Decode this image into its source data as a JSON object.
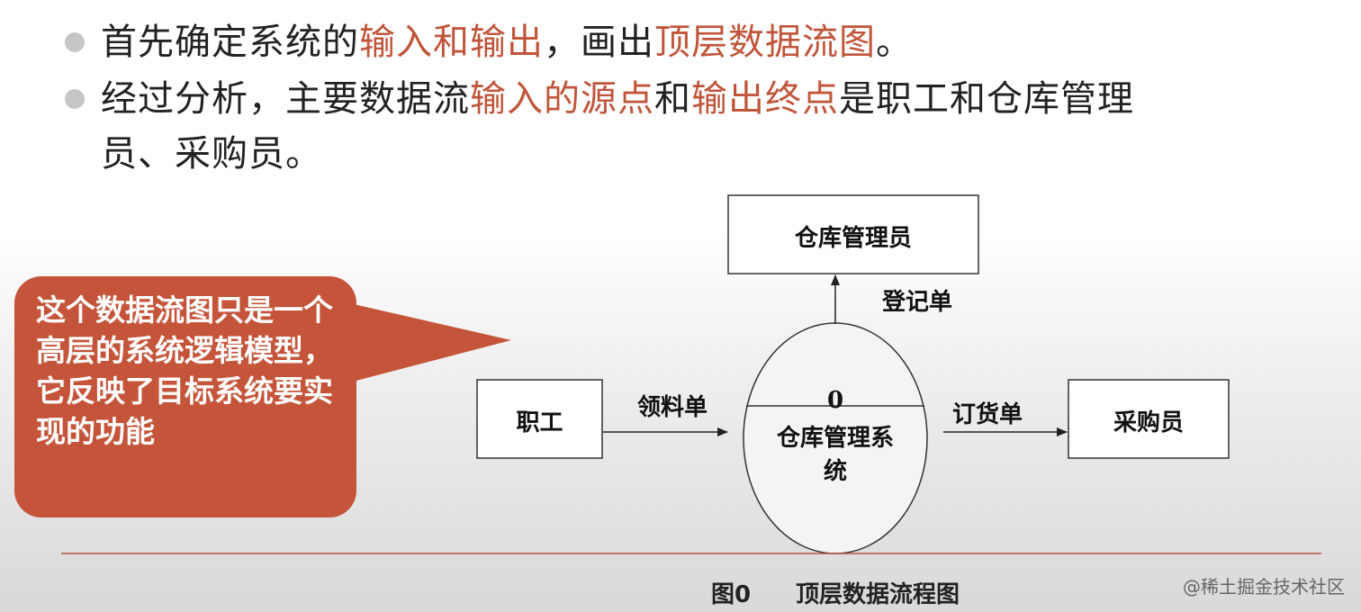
{
  "bullets": [
    {
      "segments": [
        {
          "text": "首先确定系统的",
          "highlight": false
        },
        {
          "text": "输入和输出",
          "highlight": true
        },
        {
          "text": "，画出",
          "highlight": false
        },
        {
          "text": "顶层数据流图",
          "highlight": true
        },
        {
          "text": "。",
          "highlight": false
        }
      ]
    },
    {
      "line1": [
        {
          "text": "经过分析，主要数据流",
          "highlight": false
        },
        {
          "text": "输入的源点",
          "highlight": true
        },
        {
          "text": "和",
          "highlight": false
        },
        {
          "text": "输出终点",
          "highlight": true
        },
        {
          "text": "是职工和仓库管理",
          "highlight": false
        }
      ],
      "line2": "员、采购员。"
    }
  ],
  "callout": {
    "text": "这个数据流图只是一个高层的系统逻辑模型，它反映了目标系统要实现的功能",
    "color": "#c5553a"
  },
  "diagram": {
    "top_entity": "仓库管理员",
    "left_entity": "职工",
    "right_entity": "采购员",
    "process_number": "0",
    "process_name_line1": "仓库管理系",
    "process_name_line2": "统",
    "flow_up": "登记单",
    "flow_in": "领料单",
    "flow_out": "订货单"
  },
  "caption": {
    "figure": "图0",
    "title": "顶层数据流程图"
  },
  "watermark": "@稀土掘金技术社区",
  "colors": {
    "highlight": "#c0553a",
    "divider": "#b5553c",
    "bullet_dot": "#c6c6c6"
  }
}
